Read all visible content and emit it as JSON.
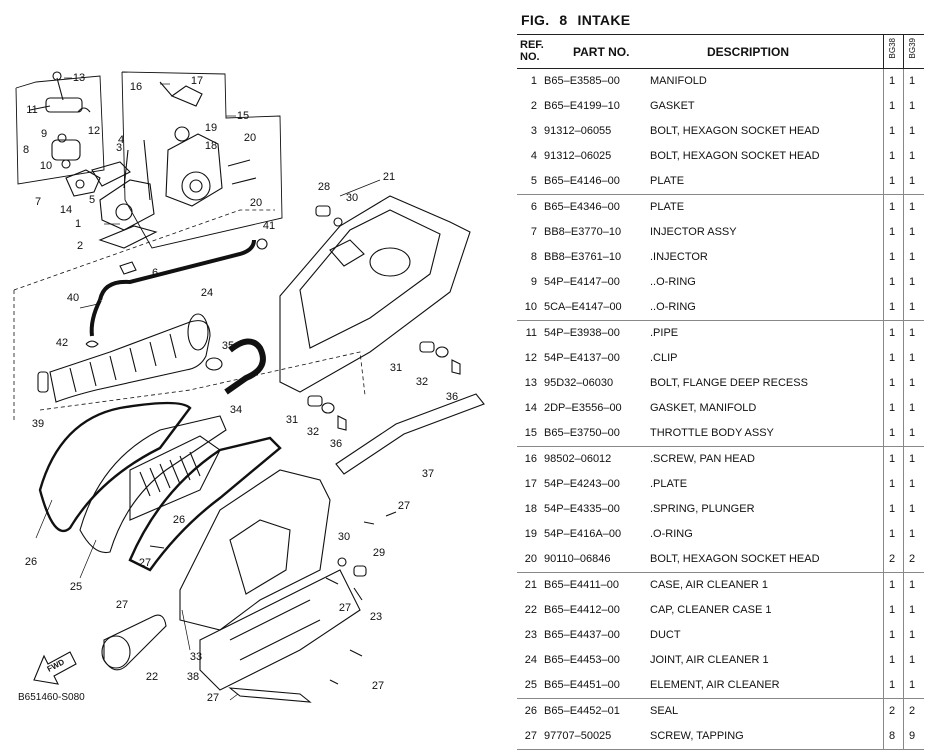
{
  "figure": {
    "label": "FIG.",
    "number": "8",
    "title": "INTAKE"
  },
  "table": {
    "headers": {
      "ref": "REF.",
      "ref2": "NO.",
      "part": "PART NO.",
      "description": "DESCRIPTION",
      "model1": "BG38",
      "model2": "BG39"
    },
    "groups": [
      [
        {
          "ref": "1",
          "part": "B65–E3585–00",
          "desc": "MANIFOLD",
          "q1": "1",
          "q2": "1"
        },
        {
          "ref": "2",
          "part": "B65–E4199–10",
          "desc": "GASKET",
          "q1": "1",
          "q2": "1"
        },
        {
          "ref": "3",
          "part": "91312–06055",
          "desc": "BOLT, HEXAGON SOCKET HEAD",
          "q1": "1",
          "q2": "1"
        },
        {
          "ref": "4",
          "part": "91312–06025",
          "desc": "BOLT, HEXAGON SOCKET HEAD",
          "q1": "1",
          "q2": "1"
        },
        {
          "ref": "5",
          "part": "B65–E4146–00",
          "desc": "PLATE",
          "q1": "1",
          "q2": "1"
        }
      ],
      [
        {
          "ref": "6",
          "part": "B65–E4346–00",
          "desc": "PLATE",
          "q1": "1",
          "q2": "1"
        },
        {
          "ref": "7",
          "part": "BB8–E3770–10",
          "desc": "INJECTOR ASSY",
          "q1": "1",
          "q2": "1"
        },
        {
          "ref": "8",
          "part": "BB8–E3761–10",
          "desc": ".INJECTOR",
          "q1": "1",
          "q2": "1"
        },
        {
          "ref": "9",
          "part": "54P–E4147–00",
          "desc": "..O-RING",
          "q1": "1",
          "q2": "1"
        },
        {
          "ref": "10",
          "part": "5CA–E4147–00",
          "desc": "..O-RING",
          "q1": "1",
          "q2": "1"
        }
      ],
      [
        {
          "ref": "11",
          "part": "54P–E3938–00",
          "desc": ".PIPE",
          "q1": "1",
          "q2": "1"
        },
        {
          "ref": "12",
          "part": "54P–E4137–00",
          "desc": ".CLIP",
          "q1": "1",
          "q2": "1"
        },
        {
          "ref": "13",
          "part": "95D32–06030",
          "desc": "BOLT, FLANGE DEEP RECESS",
          "q1": "1",
          "q2": "1"
        },
        {
          "ref": "14",
          "part": "2DP–E3556–00",
          "desc": "GASKET, MANIFOLD",
          "q1": "1",
          "q2": "1"
        },
        {
          "ref": "15",
          "part": "B65–E3750–00",
          "desc": "THROTTLE BODY ASSY",
          "q1": "1",
          "q2": "1"
        }
      ],
      [
        {
          "ref": "16",
          "part": "98502–06012",
          "desc": ".SCREW, PAN HEAD",
          "q1": "1",
          "q2": "1"
        },
        {
          "ref": "17",
          "part": "54P–E4243–00",
          "desc": ".PLATE",
          "q1": "1",
          "q2": "1"
        },
        {
          "ref": "18",
          "part": "54P–E4335–00",
          "desc": ".SPRING, PLUNGER",
          "q1": "1",
          "q2": "1"
        },
        {
          "ref": "19",
          "part": "54P–E416A–00",
          "desc": ".O-RING",
          "q1": "1",
          "q2": "1"
        },
        {
          "ref": "20",
          "part": "90110–06846",
          "desc": "BOLT, HEXAGON SOCKET HEAD",
          "q1": "2",
          "q2": "2"
        }
      ],
      [
        {
          "ref": "21",
          "part": "B65–E4411–00",
          "desc": "CASE, AIR CLEANER 1",
          "q1": "1",
          "q2": "1"
        },
        {
          "ref": "22",
          "part": "B65–E4412–00",
          "desc": "CAP, CLEANER CASE 1",
          "q1": "1",
          "q2": "1"
        },
        {
          "ref": "23",
          "part": "B65–E4437–00",
          "desc": "DUCT",
          "q1": "1",
          "q2": "1"
        },
        {
          "ref": "24",
          "part": "B65–E4453–00",
          "desc": "JOINT, AIR CLEANER 1",
          "q1": "1",
          "q2": "1"
        },
        {
          "ref": "25",
          "part": "B65–E4451–00",
          "desc": "ELEMENT, AIR CLEANER",
          "q1": "1",
          "q2": "1"
        }
      ],
      [
        {
          "ref": "26",
          "part": "B65–E4452–01",
          "desc": "SEAL",
          "q1": "2",
          "q2": "2"
        },
        {
          "ref": "27",
          "part": "97707–50025",
          "desc": "SCREW, TAPPING",
          "q1": "8",
          "q2": "9"
        }
      ]
    ]
  },
  "diagram": {
    "image_code": "B651460-S080",
    "fwd_label": "FWD",
    "callouts": [
      "13",
      "11",
      "12",
      "9",
      "8",
      "10",
      "7",
      "14",
      "16",
      "17",
      "15",
      "19",
      "18",
      "3",
      "4",
      "5",
      "20",
      "20",
      "1",
      "2",
      "6",
      "41",
      "28",
      "30",
      "21",
      "40",
      "24",
      "42",
      "35",
      "39",
      "34",
      "31",
      "32",
      "36",
      "31",
      "32",
      "36",
      "37",
      "26",
      "25",
      "27",
      "26",
      "27",
      "30",
      "29",
      "27",
      "27",
      "23",
      "22",
      "33",
      "38",
      "27",
      "27"
    ]
  }
}
